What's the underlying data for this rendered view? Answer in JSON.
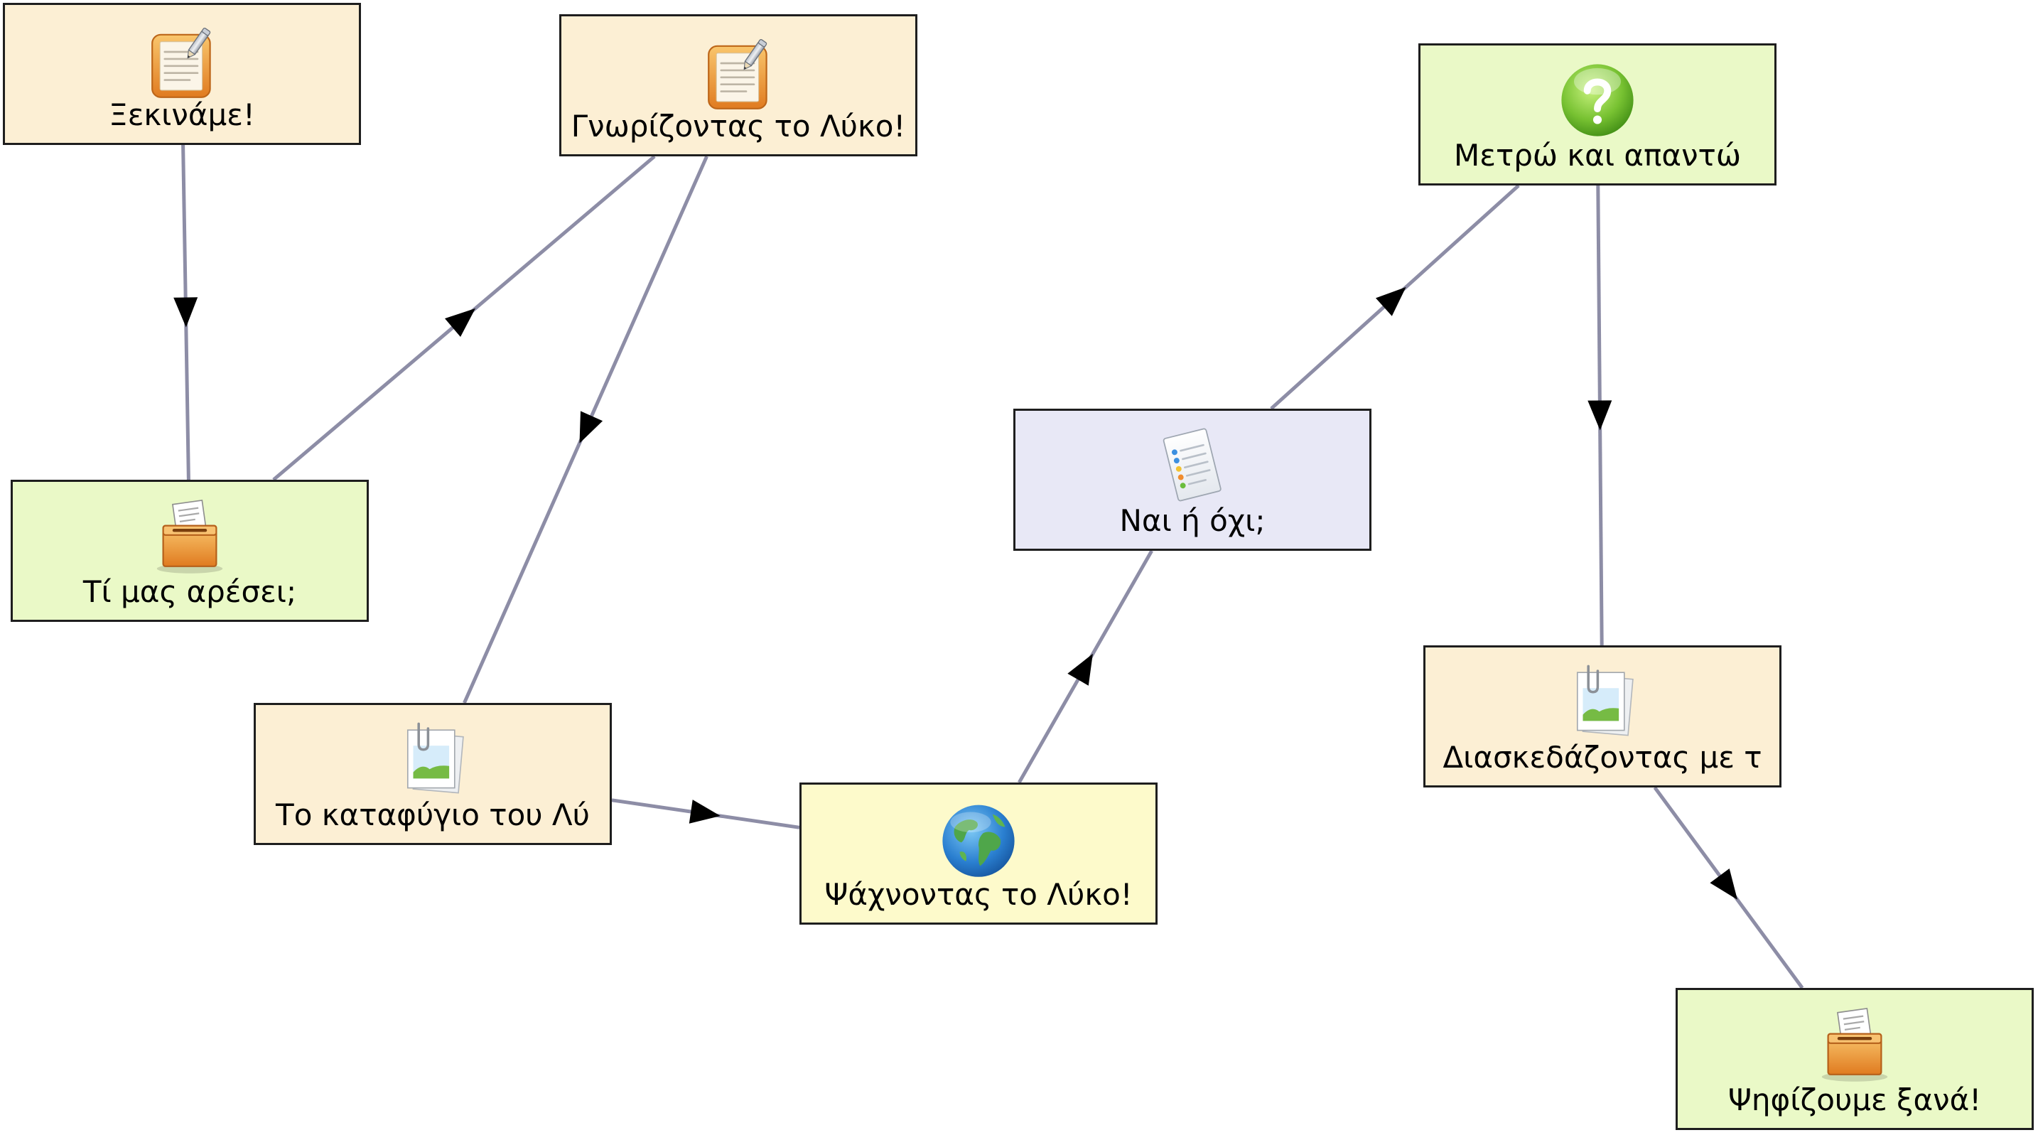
{
  "diagram": {
    "nodes": [
      {
        "label": "Ξεκινάμε!",
        "icon": "clipboard-icon",
        "fill": "#fcefd4"
      },
      {
        "label": "Γνωρίζοντας το Λύκο!",
        "icon": "clipboard-icon",
        "fill": "#fcefd4"
      },
      {
        "label": "Μετρώ και απαντώ",
        "icon": "question-icon",
        "fill": "#eaf9c7"
      },
      {
        "label": "Τί μας αρέσει;",
        "icon": "ballot-box-icon",
        "fill": "#eaf9c7"
      },
      {
        "label": "Ναι ή όχι;",
        "icon": "list-icon",
        "fill": "#e8e8f6"
      },
      {
        "label": "Το καταφύγιο του Λύ",
        "icon": "image-icon",
        "fill": "#fcefd4"
      },
      {
        "label": "Ψάχνοντας το Λύκο!",
        "icon": "globe-icon",
        "fill": "#fdfacb"
      },
      {
        "label": "Διασκεδάζοντας με τ",
        "icon": "image-icon",
        "fill": "#fcefd4"
      },
      {
        "label": "Ψηφίζουμε ξανά!",
        "icon": "ballot-box-icon",
        "fill": "#eaf9c7"
      }
    ],
    "edges": [
      {
        "from": 0,
        "to": 3
      },
      {
        "from": 3,
        "to": 1
      },
      {
        "from": 1,
        "to": 5
      },
      {
        "from": 5,
        "to": 6
      },
      {
        "from": 6,
        "to": 4
      },
      {
        "from": 4,
        "to": 2
      },
      {
        "from": 2,
        "to": 7
      },
      {
        "from": 7,
        "to": 8
      }
    ]
  },
  "colors": {
    "edge": "#8d8da6",
    "arrow": "#000000",
    "border": "#1e1e1e"
  }
}
